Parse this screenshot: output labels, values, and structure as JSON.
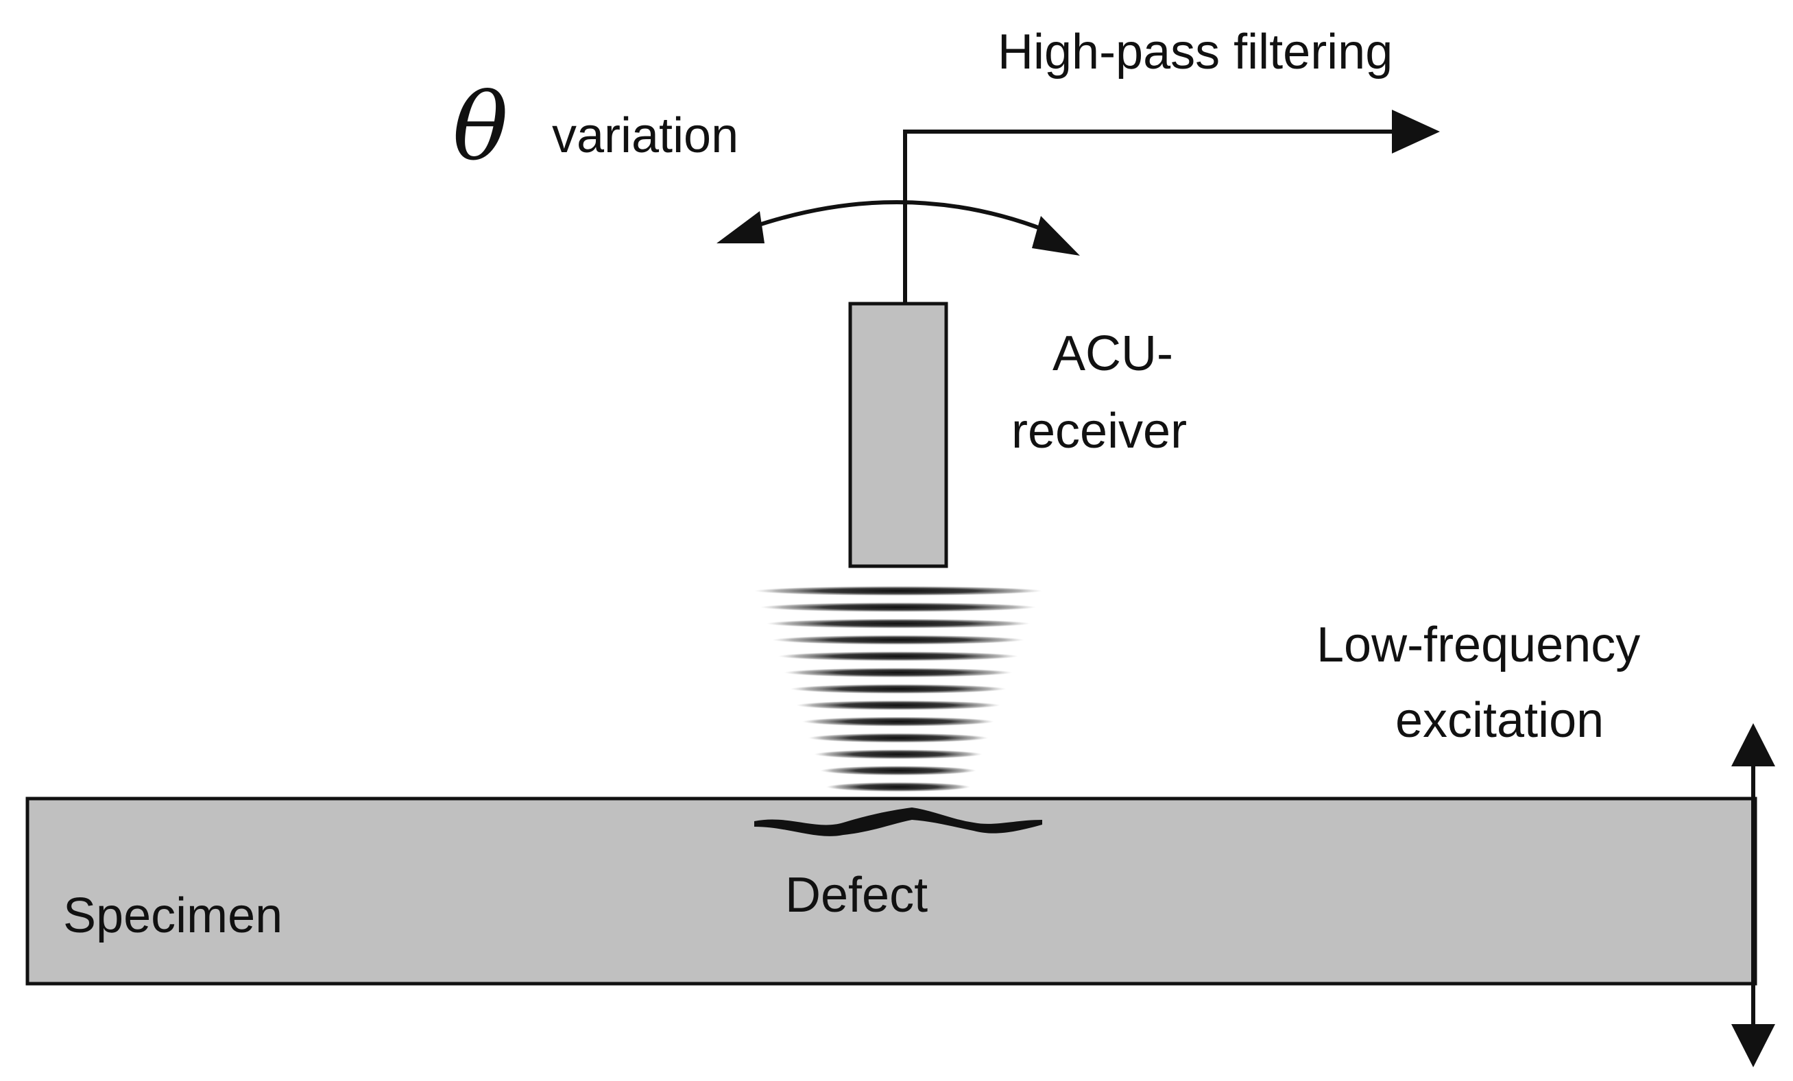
{
  "labels": {
    "theta": "θ",
    "theta_variation": "variation",
    "high_pass": "High-pass filtering",
    "receiver_line1": "ACU-",
    "receiver_line2": "receiver",
    "excitation_line1": "Low-frequency",
    "excitation_line2": "excitation",
    "specimen": "Specimen",
    "defect": "Defect"
  },
  "colors": {
    "ink": "#111111",
    "fill_gray": "#c0c0c0",
    "background": "#ffffff"
  }
}
